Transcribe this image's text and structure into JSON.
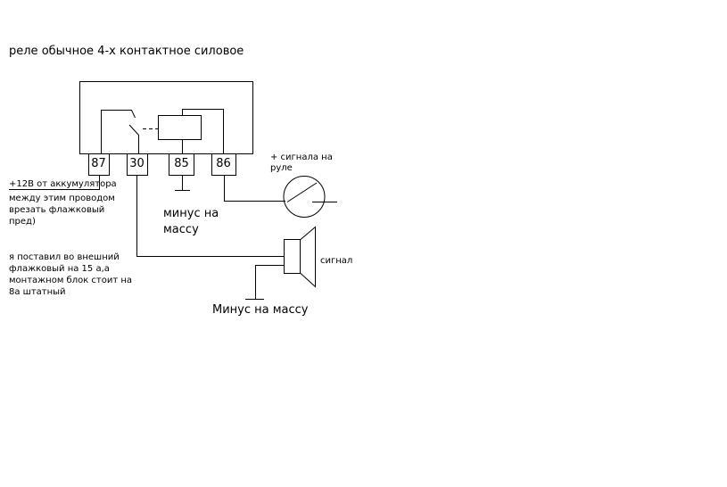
{
  "title": "реле обычное 4-х контактное силовое",
  "pins": [
    "87",
    "30",
    "85",
    "86"
  ],
  "labels": {
    "signal_button_line1": "+ сигнала на",
    "signal_button_line2": "руле",
    "battery": "+12В от аккумулятора",
    "fuse_note_line1": "между этим проводом",
    "fuse_note_line2": "врезать флажковый",
    "fuse_note_line3": "пред)",
    "ground_85_line1": "минус на",
    "ground_85_line2": "массу",
    "horn": "сигнал",
    "fuse_info_line1": "я поставил во внешний",
    "fuse_info_line2": "флажковый на 15 а,а",
    "fuse_info_line3": "монтажном блок стоит на",
    "fuse_info_line4": "8а штатный",
    "ground_horn": "Минус на массу"
  },
  "colors": {
    "line": "#000000",
    "background": "#ffffff"
  }
}
